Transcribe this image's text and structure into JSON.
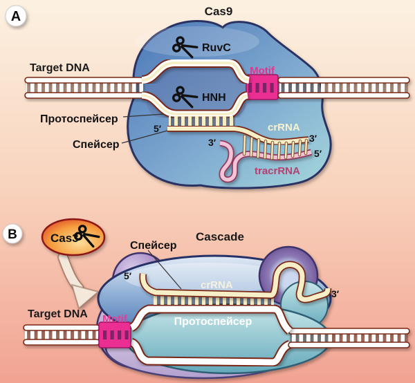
{
  "figure": {
    "type": "scientific-diagram",
    "subject": "CRISPR interference mechanisms: Cas9 vs Cascade/Cas3",
    "background_top": "#fcf0e0",
    "background_bottom": "#f2a392"
  },
  "icons": {
    "scissors": "scissors-icon (nuclease cut site)"
  },
  "colors": {
    "motif_pink": "#ea3a97",
    "motif_text_pink": "#e5338f",
    "dna_outline_red": "#7a2815",
    "crRNA_cream": "#f6eec6",
    "tracrRNA_pink": "#f3c3d8",
    "tracrRNA_text": "#b5406e",
    "cas9_blue": "#6f9cc9",
    "cascade_blue": "#5d87c2",
    "cas3_orange": "#f08c2e",
    "blob_outline_navy": "#2a3162"
  },
  "panelA": {
    "badge": "A",
    "title": "Cas9",
    "target_dna": "Target DNA",
    "ruvc": "RuvC",
    "hnh": "HNH",
    "motif": "Motif",
    "protospacer": "Протоспейсер",
    "spacer": "Спейсер",
    "crRNA": "crRNA",
    "tracrRNA": "tracrRNA",
    "crRNA_five_prime": "5′",
    "tracrRNA_three_prime": "3′",
    "crRNA_three_prime": "3′",
    "tracrRNA_five_prime": "5′"
  },
  "panelB": {
    "badge": "B",
    "title": "Cascade",
    "cas3": "Cas3",
    "spacer": "Спейсер",
    "crRNA": "crRNA",
    "crRNA_five_prime": "5′",
    "crRNA_three_prime": "3′",
    "target_dna": "Target DNA",
    "motif": "Motif",
    "protospacer": "Протоспейсер"
  }
}
